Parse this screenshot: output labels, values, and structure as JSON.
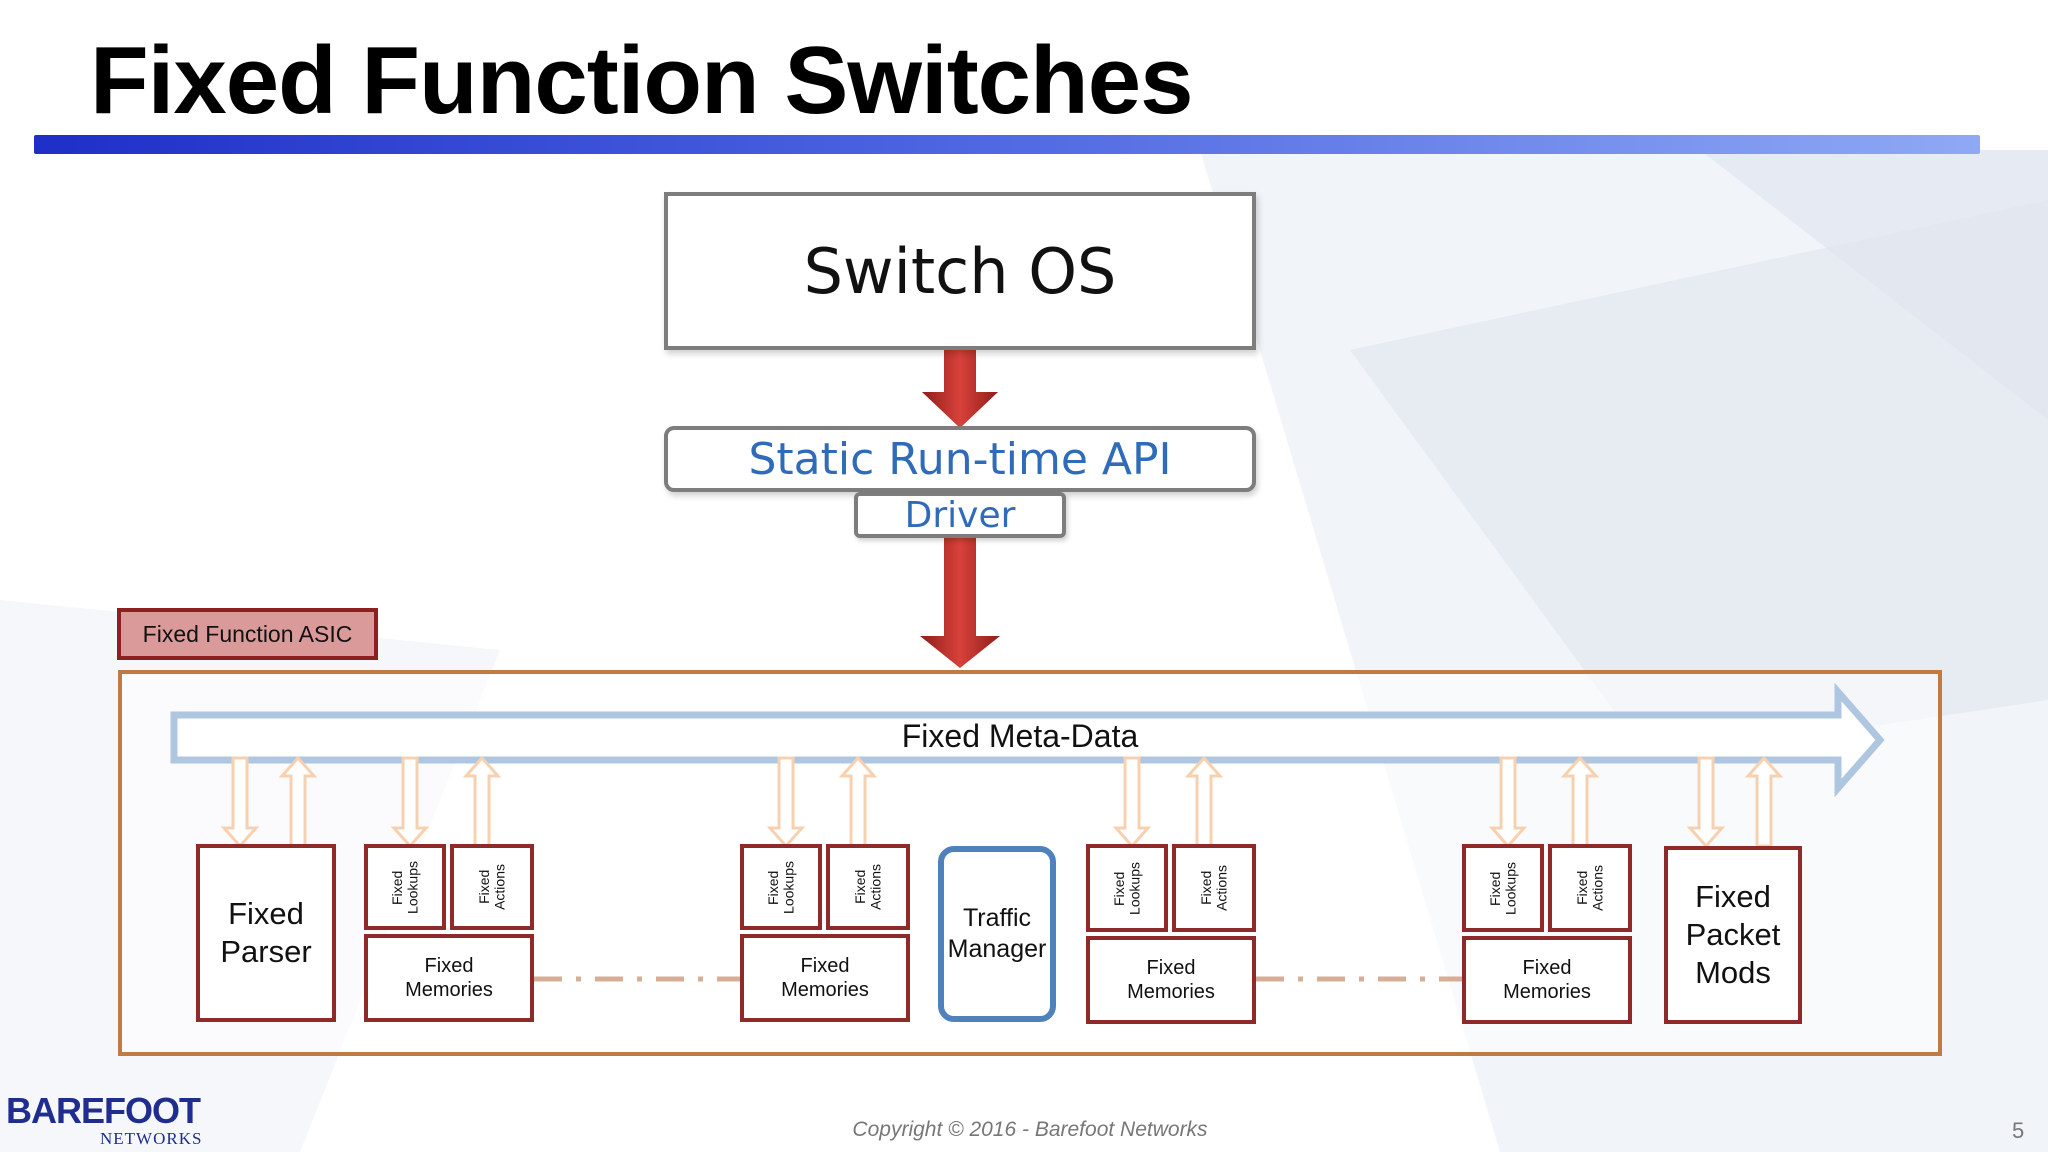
{
  "title": "Fixed Function Switches",
  "switch_os": "Switch OS",
  "api": "Static Run-time API",
  "driver": "Driver",
  "asic_label": "Fixed Function ASIC",
  "meta_data": "Fixed Meta-Data",
  "parser": "Fixed\nParser",
  "fixed_lookups": "Fixed\nLookups",
  "fixed_actions": "Fixed\nActions",
  "fixed_memories": "Fixed\nMemories",
  "traffic_manager": "Traffic\nManager",
  "packet_mods": "Fixed\nPacket\nMods",
  "footer": "Copyright  © 2016 - Barefoot Networks",
  "page_number": "5",
  "logo": {
    "main": "BAREFOOT",
    "sub": "NETWORKS"
  },
  "colors": {
    "accent_blue": "#4f81bd",
    "api_text": "#2f6bb9",
    "down_arrow": "#c0302c",
    "maroon_border": "#8e2a2a",
    "asic_frame": "#c07a42",
    "orange_arrow": "#ed9a4f",
    "dash_line": "#a34d16"
  }
}
